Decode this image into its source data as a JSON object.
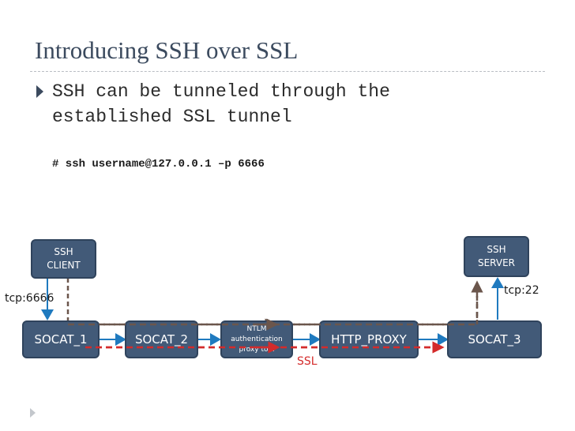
{
  "slide": {
    "title": "Introducing SSH over SSL",
    "bullet_line1": "SSH can be tunneled through the",
    "bullet_line2": "established SSL tunnel",
    "command": "# ssh username@127.0.0.1 –p 6666"
  },
  "diagram": {
    "ssh_client": [
      "SSH",
      "CLIENT"
    ],
    "ssh_server": [
      "SSH",
      "SERVER"
    ],
    "socat_1": "SOCAT_1",
    "socat_2": "SOCAT_2",
    "ntlm_proxy": [
      "NTLM",
      "authentication",
      "proxy tool"
    ],
    "http_proxy": "HTTP_PROXY",
    "socat_3": "SOCAT_3",
    "tcp_client_port": "tcp:6666",
    "tcp_server_port": "tcp:22",
    "ssl_label": "SSL"
  },
  "colors": {
    "title": "#3b4a5e",
    "box_fill": "#425a78",
    "box_border": "#2f435c",
    "ssh_path": "#6b564c",
    "ssl_path": "#d42b2b",
    "link_arrow": "#1f7abf"
  }
}
